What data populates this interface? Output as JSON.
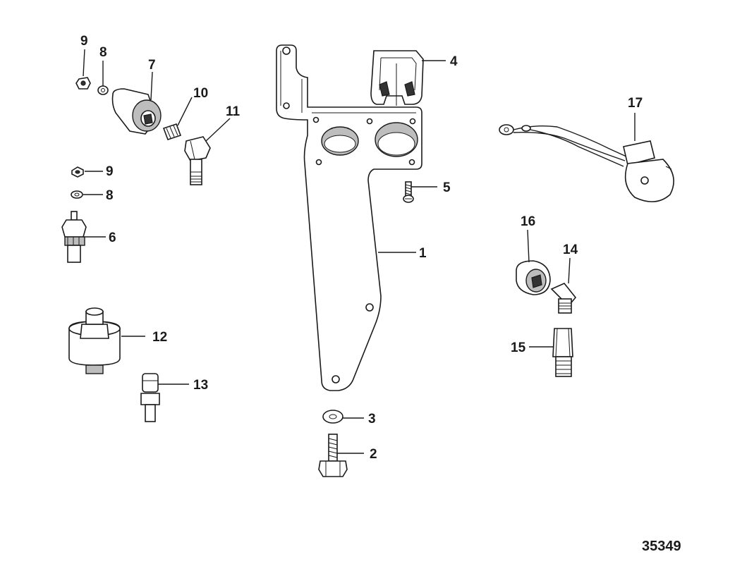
{
  "figure_number": "35349",
  "callouts": [
    {
      "id": "c9a",
      "label": "9"
    },
    {
      "id": "c8a",
      "label": "8"
    },
    {
      "id": "c7",
      "label": "7"
    },
    {
      "id": "c10",
      "label": "10"
    },
    {
      "id": "c11",
      "label": "11"
    },
    {
      "id": "c9b",
      "label": "9"
    },
    {
      "id": "c8b",
      "label": "8"
    },
    {
      "id": "c6",
      "label": "6"
    },
    {
      "id": "c12",
      "label": "12"
    },
    {
      "id": "c13",
      "label": "13"
    },
    {
      "id": "c4",
      "label": "4"
    },
    {
      "id": "c5",
      "label": "5"
    },
    {
      "id": "c1",
      "label": "1"
    },
    {
      "id": "c3",
      "label": "3"
    },
    {
      "id": "c2",
      "label": "2"
    },
    {
      "id": "c17",
      "label": "17"
    },
    {
      "id": "c16",
      "label": "16"
    },
    {
      "id": "c14",
      "label": "14"
    },
    {
      "id": "c15",
      "label": "15"
    }
  ]
}
